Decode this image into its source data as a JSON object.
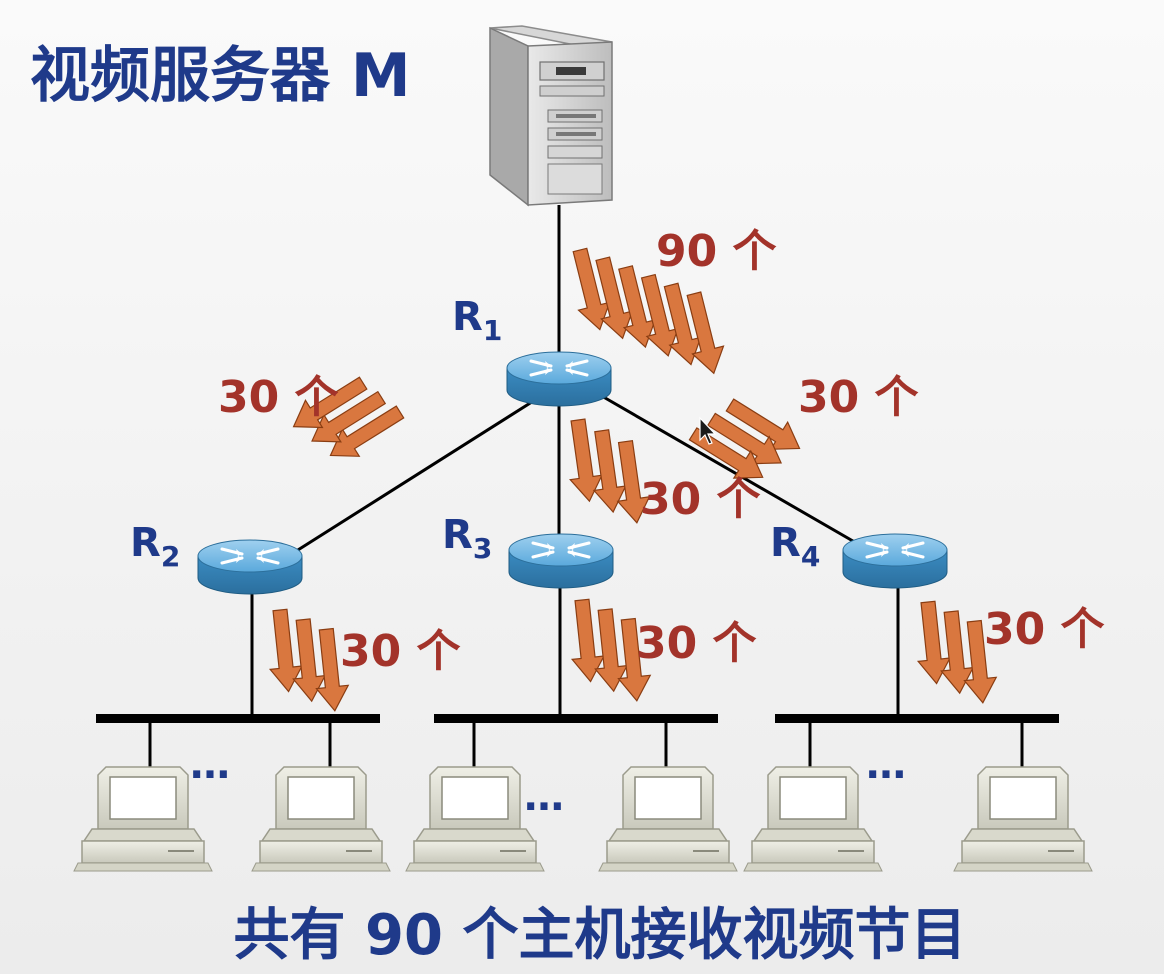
{
  "title": "视频服务器 M",
  "caption": "共有 90 个主机接收视频节目",
  "routers": {
    "r1": {
      "letter": "R",
      "sub": "1"
    },
    "r2": {
      "letter": "R",
      "sub": "2"
    },
    "r3": {
      "letter": "R",
      "sub": "3"
    },
    "r4": {
      "letter": "R",
      "sub": "4"
    }
  },
  "flows": {
    "server_r1": "90 个",
    "r1_r2": "30 个",
    "r1_r3": "30 个",
    "r1_r4": "30 个",
    "r2_lan": "30 个",
    "r3_lan": "30 个",
    "r4_lan": "30 个"
  },
  "ellipsis": "…",
  "colors": {
    "blue_text": "#1f3a8a",
    "red_text": "#a3332a",
    "arrow_fill": "#d9773f",
    "router": "#3e8fc4"
  }
}
